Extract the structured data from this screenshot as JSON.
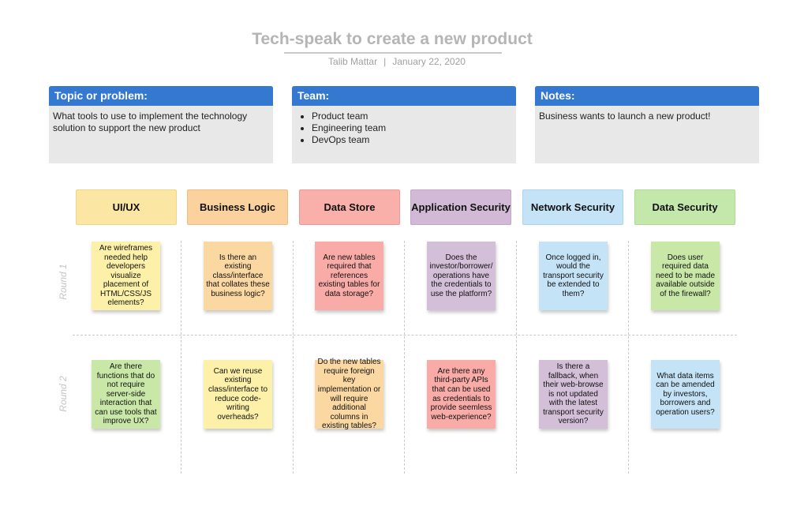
{
  "header": {
    "title": "Tech-speak to create a new product",
    "author": "Talib Mattar",
    "separator": "|",
    "date": "January 22, 2020"
  },
  "panels": {
    "topic": {
      "heading": "Topic or problem:",
      "text": "What tools to use to implement the technology solution to support the new product"
    },
    "team": {
      "heading": "Team:",
      "members": [
        "Product team",
        "Engineering team",
        "DevOps team"
      ]
    },
    "notes": {
      "heading": "Notes:",
      "text": "Business wants to launch a new product!"
    }
  },
  "columns": [
    {
      "label": "UI/UX"
    },
    {
      "label": "Business Logic"
    },
    {
      "label": "Data Store"
    },
    {
      "label": "Application Security"
    },
    {
      "label": "Network Security"
    },
    {
      "label": "Data Security"
    }
  ],
  "rounds": [
    {
      "label": "Round 1",
      "notes": [
        "Are wireframes needed help developers visualize placement of HTML/CSS/JS elements?",
        "Is there an existing class/interface that collates these business logic?",
        "Are new tables required that references existing tables for data storage?",
        "Does the investor/borrower/ operations have the credentials to use the platform?",
        "Once logged in, would the transport security be extended to them?",
        "Does user required data need to be made available outside of the firewall?"
      ]
    },
    {
      "label": "Round 2",
      "notes": [
        "Are there functions that do not require server-side interaction that can use tools that improve UX?",
        "Can we reuse existing class/interface to reduce code-writing overheads?",
        "Do the new tables require foreign key implementation or will require additional columns in existing tables?",
        "Are there any third-party APIs that can be used as credentials to provide seemless web-experience?",
        "Is there a fallback, when their web-browse is not updated with the latest transport security version?",
        "What data items can be amended by investors, borrowers and operation users?"
      ]
    }
  ],
  "colors": {
    "panel_header": "#3478d0",
    "panel_body": "#e8e8e8",
    "yellow": "#fdf0a8",
    "orange": "#fbd8a2",
    "pink": "#f9aca7",
    "purple": "#d4bfd9",
    "blue": "#c4e3f6",
    "green": "#c9e8a8"
  }
}
